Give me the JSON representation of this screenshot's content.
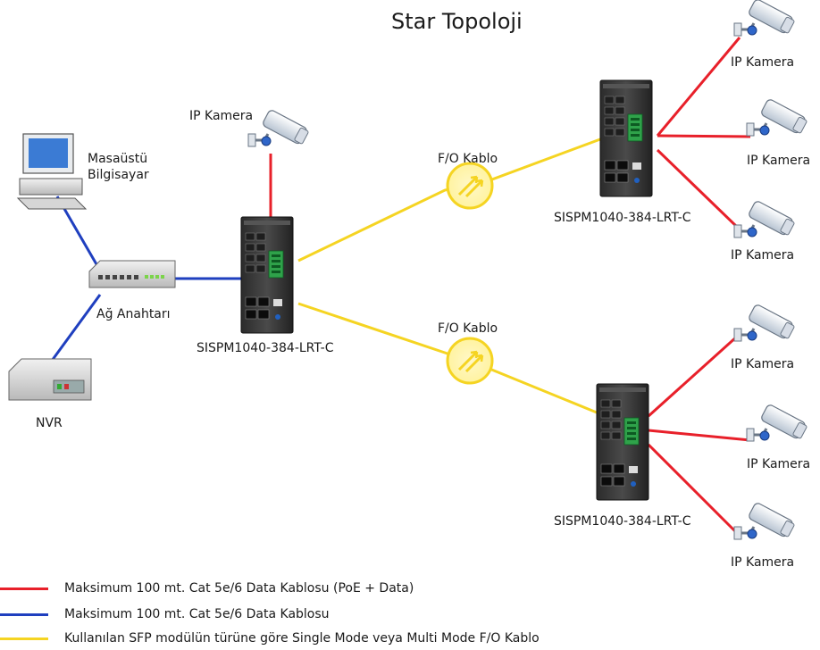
{
  "title": "Star Topoloji",
  "labels": {
    "desktop_line1": "Masaüstü",
    "desktop_line2": "Bilgisayar",
    "network_switch": "Ağ Anahtarı",
    "nvr": "NVR",
    "center_switch": "SISPM1040-384-LRT-C",
    "upper_switch": "SISPM1040-384-LRT-C",
    "lower_switch": "SISPM1040-384-LRT-C",
    "fo_upper": "F/O Kablo",
    "fo_lower": "F/O Kablo",
    "camera_center": "IP Kamera",
    "camera_upper_1": "IP Kamera",
    "camera_upper_2": "IP Kamera",
    "camera_upper_3": "IP Kamera",
    "camera_lower_1": "IP Kamera",
    "camera_lower_2": "IP Kamera",
    "camera_lower_3": "IP Kamera"
  },
  "legend": [
    {
      "color": "#e8202a",
      "text": "Maksimum 100 mt. Cat 5e/6 Data Kablosu (PoE + Data)"
    },
    {
      "color": "#1f3fbf",
      "text": "Maksimum 100 mt. Cat 5e/6 Data Kablosu"
    },
    {
      "color": "#f5d422",
      "text": "Kullanılan SFP modülün türüne göre Single Mode veya Multi Mode F/O Kablo"
    }
  ],
  "colors": {
    "poe_cable": "#e8202a",
    "data_cable": "#1f3fbf",
    "fiber_cable": "#f5d422"
  },
  "icons": {
    "camera": "ip-camera-icon",
    "switch_industrial": "industrial-switch-icon",
    "network_switch": "network-switch-icon",
    "desktop": "desktop-computer-icon",
    "nvr": "nvr-icon",
    "fiber": "fiber-optic-icon"
  }
}
